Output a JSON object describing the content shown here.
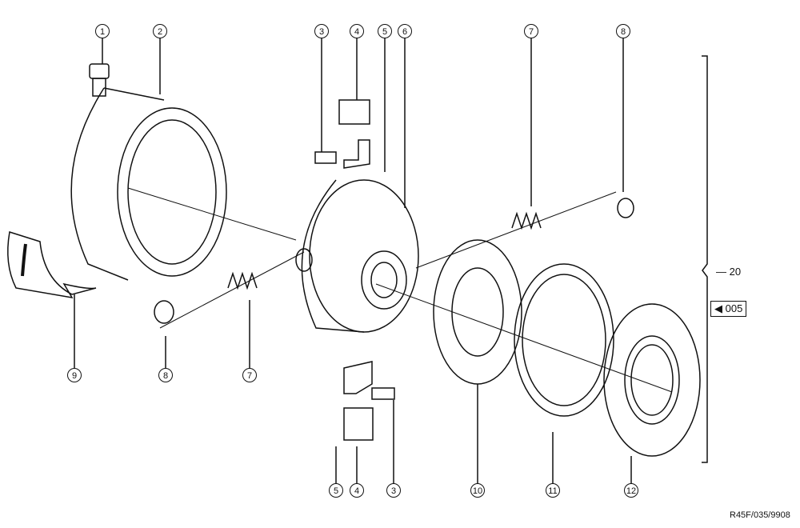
{
  "diagram": {
    "type": "exploded parts view",
    "callouts": [
      {
        "id": "1",
        "label": "1"
      },
      {
        "id": "2",
        "label": "2"
      },
      {
        "id": "3a",
        "label": "3"
      },
      {
        "id": "4a",
        "label": "4"
      },
      {
        "id": "5a",
        "label": "5"
      },
      {
        "id": "6",
        "label": "6"
      },
      {
        "id": "7a",
        "label": "7"
      },
      {
        "id": "8a",
        "label": "8"
      },
      {
        "id": "9",
        "label": "9"
      },
      {
        "id": "8b",
        "label": "8"
      },
      {
        "id": "7b",
        "label": "7"
      },
      {
        "id": "5b",
        "label": "5"
      },
      {
        "id": "4b",
        "label": "4"
      },
      {
        "id": "3b",
        "label": "3"
      },
      {
        "id": "10",
        "label": "10"
      },
      {
        "id": "11",
        "label": "11"
      },
      {
        "id": "12",
        "label": "12"
      }
    ],
    "assembly_label": "— 20",
    "page_reference": "◀ 005",
    "drawing_reference": "R45F/035/9908"
  }
}
